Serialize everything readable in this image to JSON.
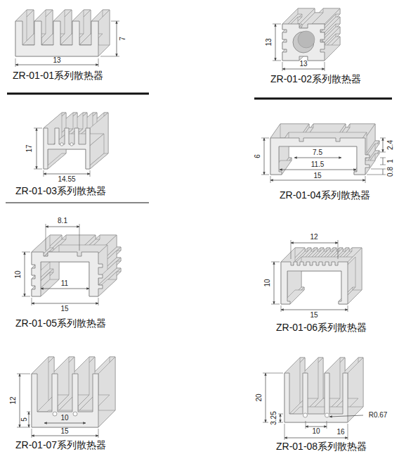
{
  "diagram": {
    "labels": [
      "7",
      "13",
      "ZR-01-01系列散热器",
      "13",
      "13",
      "ZR-01-02系列散热器",
      "17",
      "14.55",
      "ZR-01-03系列散热器",
      "2.4",
      "6",
      "1",
      "7.5",
      "0.8",
      "11.5",
      "15",
      "ZR-01-04系列散热器",
      "8.1",
      "10",
      "11",
      "15",
      "ZR-01-05系列散热器",
      "12",
      "10",
      "15",
      "ZR-01-06系列散热器",
      "12",
      "5",
      "10",
      "15",
      "ZR-01-07系列散热器",
      "20",
      "3.25",
      "10",
      "16",
      "R0.67",
      "ZR-01-08系列散热器"
    ]
  }
}
